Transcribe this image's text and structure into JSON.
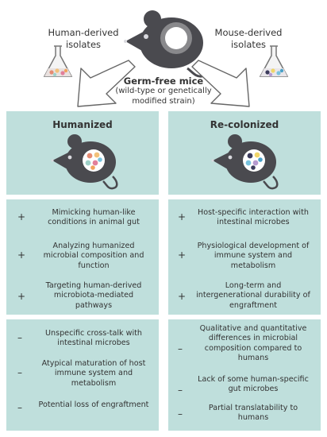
{
  "header": {
    "left_label": "Human-derived isolates",
    "right_label": "Mouse-derived isolates",
    "center_title": "Germ-free mice",
    "center_subtitle": "(wild-type or genetically modified strain)"
  },
  "panels": {
    "left_title": "Humanized",
    "right_title": "Re-colonized"
  },
  "pros": {
    "sign": "+",
    "left": [
      "Mimicking human-like conditions in animal gut",
      "Analyzing humanized microbial composition and function",
      "Targeting human-derived microbiota-mediated pathways"
    ],
    "right": [
      "Host-specific interaction with intestinal microbes",
      "Physiological development of immune system and metabolism",
      "Long-term and intergenerational durability of engraftment"
    ]
  },
  "cons": {
    "sign": "–",
    "left": [
      "Unspecific cross-talk with intestinal microbes",
      "Atypical maturation of host immune system and metabolism",
      "Potential loss of engraftment"
    ],
    "right": [
      "Qualitative and quantitative differences in microbial composition compared to humans",
      "Lack of some human-specific gut microbes",
      "Partial translatability to humans"
    ]
  },
  "colors": {
    "panel": "#bfdfdc",
    "mouse": "#4a4a4f",
    "arrow_stroke": "#666666"
  }
}
